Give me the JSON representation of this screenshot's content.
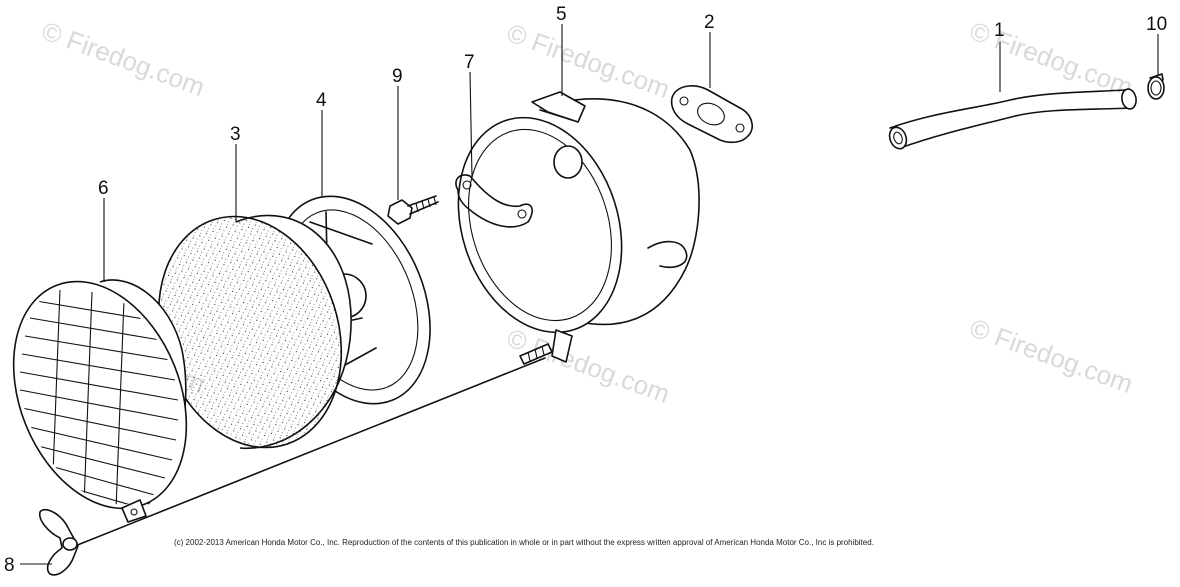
{
  "watermark": "© Firedog.com",
  "copyright": "(c) 2002-2013 American Honda Motor Co., Inc. Reproduction of the contents of this publication in whole or in part without the express written approval of American Honda Motor Co., Inc is prohibited.",
  "callouts": {
    "c1": "1",
    "c2": "2",
    "c3": "3",
    "c4": "4",
    "c5": "5",
    "c6": "6",
    "c7": "7",
    "c8": "8",
    "c9": "9",
    "c10": "10"
  }
}
